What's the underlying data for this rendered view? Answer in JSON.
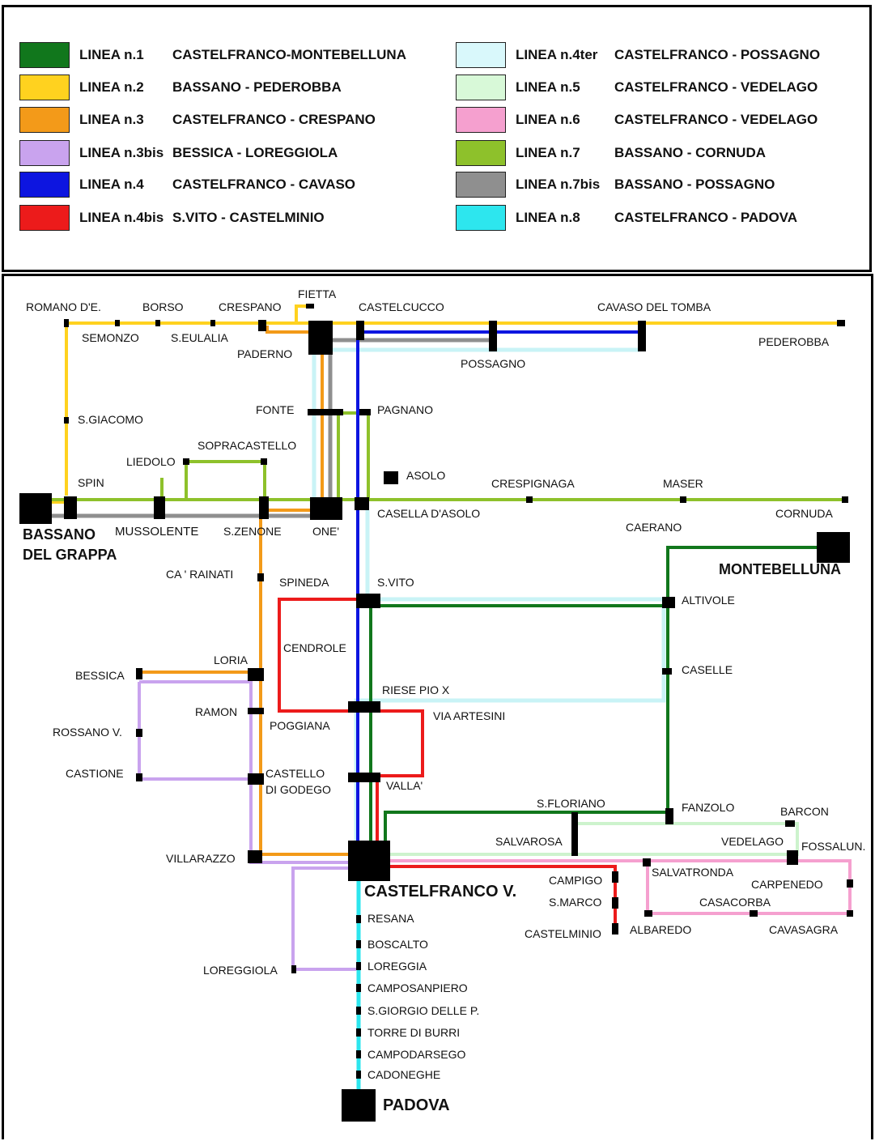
{
  "legend": [
    {
      "line": "LINEA n.1",
      "route": "CASTELFRANCO-MONTEBELLUNA",
      "color": "#11771c"
    },
    {
      "line": "LINEA n.2",
      "route": "BASSANO - PEDEROBBA",
      "color": "#ffd21f"
    },
    {
      "line": "LINEA n.3",
      "route": "CASTELFRANCO - CRESPANO",
      "color": "#f39a19"
    },
    {
      "line": "LINEA n.3bis",
      "route": "BESSICA - LOREGGIOLA",
      "color": "#c9a3ee"
    },
    {
      "line": "LINEA n.4",
      "route": "CASTELFRANCO - CAVASO",
      "color": "#0d15e0"
    },
    {
      "line": "LINEA n.4bis",
      "route": "S.VITO - CASTELMINIO",
      "color": "#ec1b1b"
    },
    {
      "line": "LINEA n.4ter",
      "route": "CASTELFRANCO - POSSAGNO",
      "color": "#d9f8fb"
    },
    {
      "line": "LINEA n.5",
      "route": "CASTELFRANCO - VEDELAGO",
      "color": "#d8f9d8"
    },
    {
      "line": "LINEA n.6",
      "route": "CASTELFRANCO - VEDELAGO",
      "color": "#f5a0cf"
    },
    {
      "line": "LINEA n.7",
      "route": "BASSANO - CORNUDA",
      "color": "#8ec12b"
    },
    {
      "line": "LINEA n.7bis",
      "route": "BASSANO - POSSAGNO",
      "color": "#8f8f8f"
    },
    {
      "line": "LINEA n.8",
      "route": "CASTELFRANCO - PADOVA",
      "color": "#2de6ee"
    }
  ],
  "stops": {
    "romano": "ROMANO D'E.",
    "borso": "BORSO",
    "crespano": "CRESPANO",
    "fietta": "FIETTA",
    "castelcucco": "CASTELCUCCO",
    "cavaso": "CAVASO DEL TOMBA",
    "semonzo": "SEMONZO",
    "seulalia": "S.EULALIA",
    "paderno": "PADERNO",
    "pederobba": "PEDEROBBA",
    "possagno": "POSSAGNO",
    "fonte": "FONTE",
    "pagnano": "PAGNANO",
    "sgiacomo": "S.GIACOMO",
    "sopracastello": "SOPRACASTELLO",
    "liedolo": "LIEDOLO",
    "asolo": "ASOLO",
    "spin": "SPIN",
    "crespignaga": "CRESPIGNAGA",
    "maser": "MASER",
    "casella": "CASELLA D'ASOLO",
    "cornuda": "CORNUDA",
    "bassano1": "BASSANO",
    "bassano2": "DEL GRAPPA",
    "mussolente": "MUSSOLENTE",
    "szenone": "S.ZENONE",
    "one": "ONE'",
    "caerano": "CAERANO",
    "montebelluna": "MONTEBELLUNA",
    "carainati": "CA ' RAINATI",
    "spineda": "SPINEDA",
    "svito": "S.VITO",
    "altivole": "ALTIVOLE",
    "cendrole": "CENDROLE",
    "loria": "LORIA",
    "bessica": "BESSICA",
    "caselle": "CASELLE",
    "riese": "RIESE PIO X",
    "ramon": "RAMON",
    "viaartesini": "VIA ARTESINI",
    "poggiana": "POGGIANA",
    "rossano": "ROSSANO V.",
    "castione": "CASTIONE",
    "castello1": "CASTELLO",
    "castello2": "DI GODEGO",
    "valla": "VALLA'",
    "sfloriano": "S.FLORIANO",
    "fanzolo": "FANZOLO",
    "barcon": "BARCON",
    "salvarosa": "SALVAROSA",
    "vedelago": "VEDELAGO",
    "fossalun": "FOSSALUN.",
    "villarazzo": "VILLARAZZO",
    "salvatronda": "SALVATRONDA",
    "campigo": "CAMPIGO",
    "carpenedo": "CARPENEDO",
    "castelfranco": "CASTELFRANCO V.",
    "smarco": "S.MARCO",
    "casacorba": "CASACORBA",
    "resana": "RESANA",
    "castelminio": "CASTELMINIO",
    "albaredo": "ALBAREDO",
    "cavasagra": "CAVASAGRA",
    "boscalto": "BOSCALTO",
    "loreggiola": "LOREGGIOLA",
    "loreggia": "LOREGGIA",
    "camposampiero": "CAMPOSANPIERO",
    "sgiorgio": "S.GIORGIO DELLE P.",
    "torre": "TORRE DI BURRI",
    "campodarsego": "CAMPODARSEGO",
    "cadoneghe": "CADONEGHE",
    "padova": "PADOVA"
  }
}
